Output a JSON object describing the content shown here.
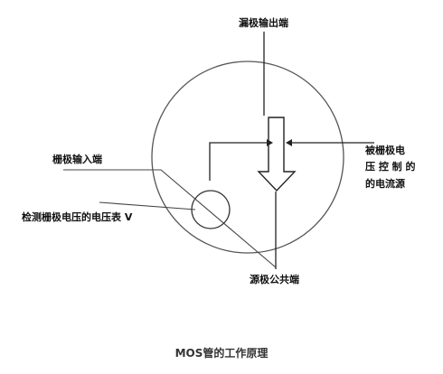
{
  "labels": {
    "drain": "漏极输出端",
    "gate": "栅极输入端",
    "voltmeter": "检测栅极电压的电压表 V",
    "controlled_line1": "被栅极电",
    "controlled_line2": "压 控 制 的",
    "controlled_line3": "的电流源",
    "source": "源极公共端"
  },
  "caption": "MOS管的工作原理"
}
